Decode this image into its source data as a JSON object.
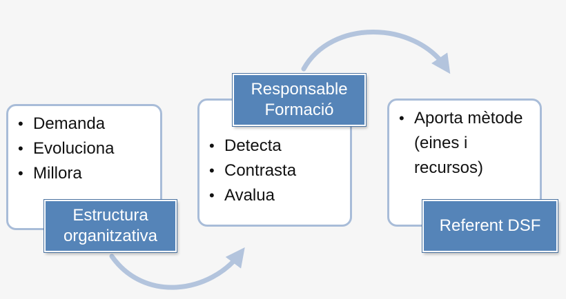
{
  "cards": [
    {
      "items": [
        "Demanda",
        "Evoluciona",
        "Millora"
      ],
      "label": "Estructura organitzativa"
    },
    {
      "items": [
        "Detecta",
        "Contrasta",
        "Avalua"
      ],
      "label": "Responsable Formació"
    },
    {
      "items": [
        "Aporta mètode (eines i recursos)"
      ],
      "label": "Referent DSF"
    }
  ],
  "bullet_symbol": "•",
  "colors": {
    "label_fill": "#5584b8",
    "card_border": "#a8bcd8",
    "arrow": "#b3c4dd",
    "background": "#f6f6f6"
  },
  "icons": [
    "curved-arrow-icon",
    "curved-arrow-icon"
  ]
}
